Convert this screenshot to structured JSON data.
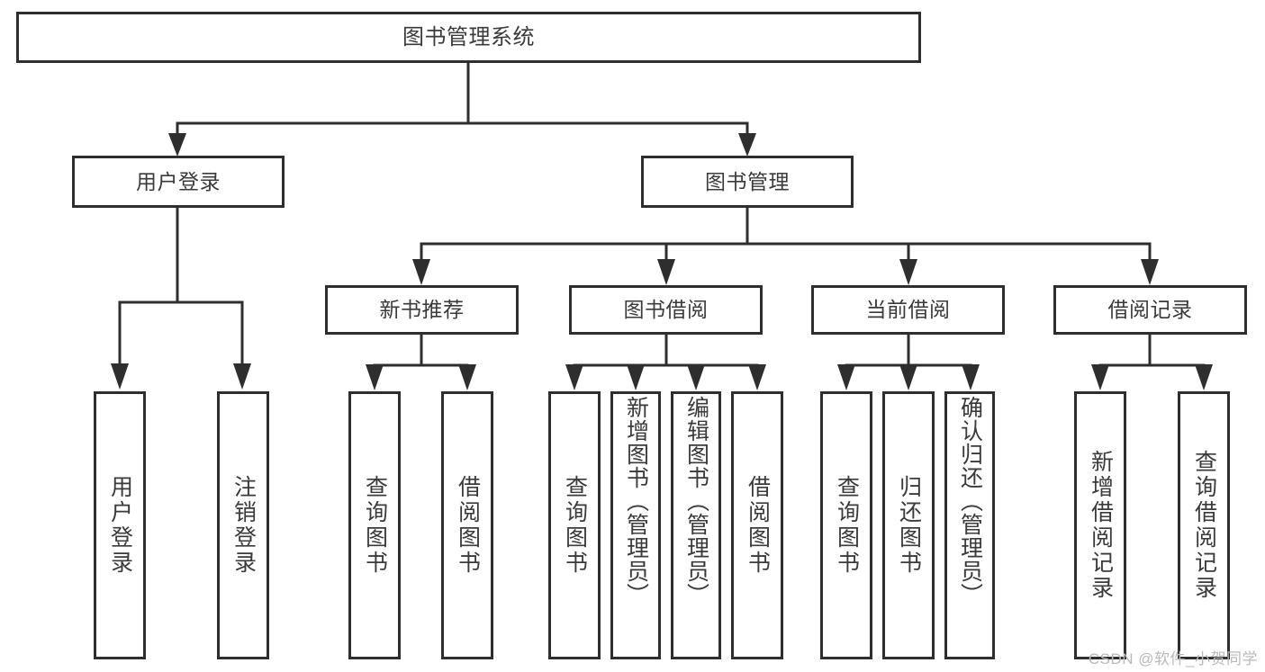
{
  "diagram": {
    "title": "图书管理系统",
    "type": "tree-hierarchy-chart",
    "watermark": "CSDN @软件_小贺同学",
    "colors": {
      "stroke": "#2e2e2e",
      "text": "#3a3a3a",
      "background": "#ffffff",
      "watermark": "#b9b9b9"
    },
    "nodes": {
      "root": {
        "label": "图书管理系统"
      },
      "level1": [
        {
          "id": "user-login",
          "label": "用户登录"
        },
        {
          "id": "book-management",
          "label": "图书管理"
        }
      ],
      "level2": [
        {
          "id": "new-book-recommend",
          "label": "新书推荐"
        },
        {
          "id": "book-borrow",
          "label": "图书借阅"
        },
        {
          "id": "current-borrow",
          "label": "当前借阅"
        },
        {
          "id": "borrow-record",
          "label": "借阅记录"
        }
      ],
      "leaves": [
        {
          "id": "leaf-user-login",
          "label": "用户登录",
          "parent": "user-login"
        },
        {
          "id": "leaf-user-logout",
          "label": "注销登录",
          "parent": "user-login"
        },
        {
          "id": "leaf-query-book-1",
          "label": "查询图书",
          "parent": "new-book-recommend"
        },
        {
          "id": "leaf-borrow-book-1",
          "label": "借阅图书",
          "parent": "new-book-recommend"
        },
        {
          "id": "leaf-query-book-2",
          "label": "查询图书",
          "parent": "book-borrow"
        },
        {
          "id": "leaf-add-book",
          "label": "新增图书（管理员）",
          "parent": "book-borrow"
        },
        {
          "id": "leaf-edit-book",
          "label": "编辑图书（管理员）",
          "parent": "book-borrow"
        },
        {
          "id": "leaf-borrow-book-2",
          "label": "借阅图书",
          "parent": "book-borrow"
        },
        {
          "id": "leaf-query-book-3",
          "label": "查询图书",
          "parent": "current-borrow"
        },
        {
          "id": "leaf-return-book",
          "label": "归还图书",
          "parent": "current-borrow"
        },
        {
          "id": "leaf-confirm-return",
          "label": "确认归还（管理员）",
          "parent": "current-borrow"
        },
        {
          "id": "leaf-add-record",
          "label": "新增借阅记录",
          "parent": "borrow-record"
        },
        {
          "id": "leaf-query-record",
          "label": "查询借阅记录",
          "parent": "borrow-record"
        }
      ]
    }
  }
}
